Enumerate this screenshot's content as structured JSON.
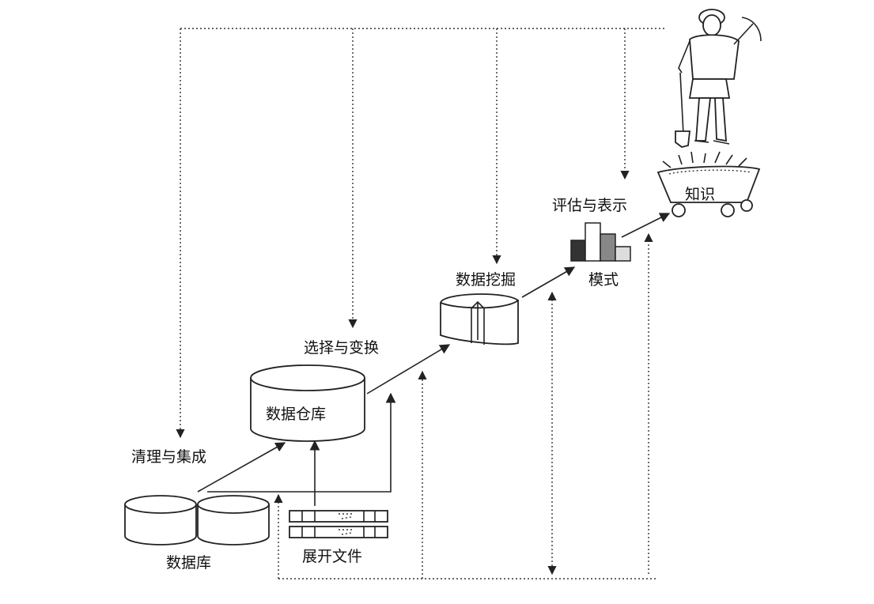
{
  "nodes": {
    "database": "数据库",
    "flat_file": "展开文件",
    "data_warehouse": "数据仓库",
    "data_mining": "数据挖掘",
    "pattern": "模式",
    "knowledge": "知识"
  },
  "steps": {
    "cleaning_integration": "清理与集成",
    "selection_transformation": "选择与变换",
    "data_mining": "数据挖掘",
    "evaluation_presentation": "评估与表示"
  }
}
